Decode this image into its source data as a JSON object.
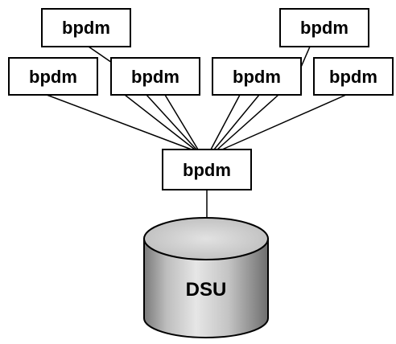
{
  "diagram": {
    "nodes": {
      "client_top_left": "bpdm",
      "client_top_right": "bpdm",
      "client_left": "bpdm",
      "client_center_left": "bpdm",
      "client_center_right": "bpdm",
      "client_right": "bpdm",
      "hub": "bpdm"
    },
    "storage": {
      "label": "DSU"
    }
  }
}
